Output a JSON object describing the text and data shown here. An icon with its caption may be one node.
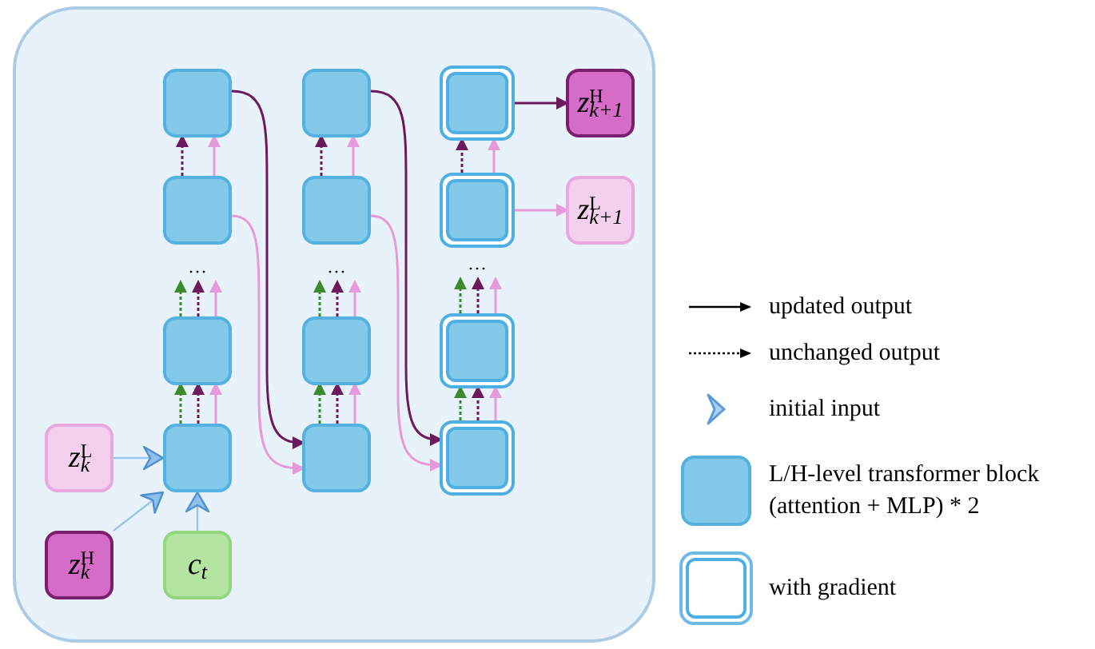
{
  "diagram": {
    "nodes": [
      {
        "text": [],
        "shape": "box"
      },
      {
        "text": [],
        "shape": "box"
      },
      {
        "text": [],
        "shape": "box"
      },
      {
        "text": [
          "z$^{H}$$_{k+1}$"
        ]
      },
      {
        "text": [],
        "shape": "box"
      },
      {
        "text": [],
        "shape": "box"
      },
      {
        "text": [],
        "shape": "box"
      },
      {
        "text": [
          "z$^{L}$$_{k+1}$"
        ]
      },
      {
        "text": [
          "···"
        ]
      },
      {
        "text": [
          "···"
        ]
      },
      {
        "text": [
          "···"
        ]
      },
      {
        "text": [],
        "shape": "box"
      },
      {
        "text": [],
        "shape": "box"
      },
      {
        "text": [],
        "shape": "box"
      },
      {
        "text": [
          "z$^{L}$$_{k}$"
        ]
      },
      {
        "text": [],
        "shape": "box"
      },
      {
        "text": [],
        "shape": "box"
      },
      {
        "text": [],
        "shape": "box"
      },
      {
        "text": [
          "z$^{H}$$_{k}$"
        ]
      },
      {
        "text": [
          "c$_{t}$"
        ]
      }
    ],
    "edges": [
      {
        "from": 15,
        "to": 11,
        "arrow": "to",
        "style": "dashed",
        "color": "#3d8a2e"
      },
      {
        "from": 15,
        "to": 11,
        "arrow": "to",
        "style": "dashed",
        "color": "#6d1a5c"
      },
      {
        "from": 15,
        "to": 11,
        "arrow": "to",
        "color": "#e79ad9"
      },
      {
        "from": 11,
        "to": 8,
        "arrow": "to",
        "style": "dashed",
        "color": "#3d8a2e"
      },
      {
        "from": 11,
        "to": 8,
        "arrow": "to",
        "style": "dashed",
        "color": "#6d1a5c"
      },
      {
        "from": 11,
        "to": 8,
        "arrow": "to",
        "color": "#e79ad9"
      },
      {
        "from": 4,
        "to": 0,
        "arrow": "to",
        "style": "dashed",
        "color": "#6d1a5c"
      },
      {
        "from": 4,
        "to": 0,
        "arrow": "to",
        "color": "#e79ad9"
      },
      {
        "from": 16,
        "to": 12,
        "arrow": "to",
        "style": "dashed",
        "color": "#3d8a2e"
      },
      {
        "from": 16,
        "to": 12,
        "arrow": "to",
        "style": "dashed",
        "color": "#6d1a5c"
      },
      {
        "from": 16,
        "to": 12,
        "arrow": "to",
        "color": "#e79ad9"
      },
      {
        "from": 12,
        "to": 9,
        "arrow": "to",
        "style": "dashed",
        "color": "#3d8a2e"
      },
      {
        "from": 12,
        "to": 9,
        "arrow": "to",
        "style": "dashed",
        "color": "#6d1a5c"
      },
      {
        "from": 12,
        "to": 9,
        "arrow": "to",
        "color": "#e79ad9"
      },
      {
        "from": 5,
        "to": 1,
        "arrow": "to",
        "style": "dashed",
        "color": "#6d1a5c"
      },
      {
        "from": 5,
        "to": 1,
        "arrow": "to",
        "color": "#e79ad9"
      },
      {
        "from": 17,
        "to": 13,
        "arrow": "to",
        "style": "dashed",
        "color": "#3d8a2e"
      },
      {
        "from": 17,
        "to": 13,
        "arrow": "to",
        "style": "dashed",
        "color": "#6d1a5c"
      },
      {
        "from": 17,
        "to": 13,
        "arrow": "to",
        "color": "#e79ad9"
      },
      {
        "from": 13,
        "to": 10,
        "arrow": "to",
        "style": "dashed",
        "color": "#3d8a2e"
      },
      {
        "from": 13,
        "to": 10,
        "arrow": "to",
        "style": "dashed",
        "color": "#6d1a5c"
      },
      {
        "from": 13,
        "to": 10,
        "arrow": "to",
        "color": "#e79ad9"
      },
      {
        "from": 6,
        "to": 2,
        "arrow": "to",
        "style": "dashed",
        "color": "#6d1a5c"
      },
      {
        "from": 6,
        "to": 2,
        "arrow": "to",
        "color": "#e79ad9"
      },
      {
        "from": 0,
        "to": 16,
        "arrow": "to",
        "color": "#6d1a5c"
      },
      {
        "from": 4,
        "to": 16,
        "arrow": "to",
        "color": "#e79ad9"
      },
      {
        "from": 1,
        "to": 17,
        "arrow": "to",
        "color": "#6d1a5c"
      },
      {
        "from": 5,
        "to": 17,
        "arrow": "to",
        "color": "#e79ad9"
      },
      {
        "from": 2,
        "to": 3,
        "arrow": "to",
        "color": "#6d1a5c"
      },
      {
        "from": 6,
        "to": 7,
        "arrow": "to",
        "color": "#e79ad9"
      },
      {
        "from": 14,
        "to": 15,
        "arrow": "to",
        "color": "#6aa6dc"
      },
      {
        "from": 18,
        "to": 15,
        "arrow": "to",
        "color": "#6aa6dc"
      },
      {
        "from": 19,
        "to": 15,
        "arrow": "to",
        "color": "#6aa6dc"
      }
    ],
    "legend": [
      {
        "text": "updated output"
      },
      {
        "text": "unchanged output"
      },
      {
        "text": "initial input"
      },
      {
        "text": "L/H-level transformer block (attention + MLP) * 2",
        "color": "#82c9ea"
      },
      {
        "text": "with gradient"
      }
    ]
  }
}
